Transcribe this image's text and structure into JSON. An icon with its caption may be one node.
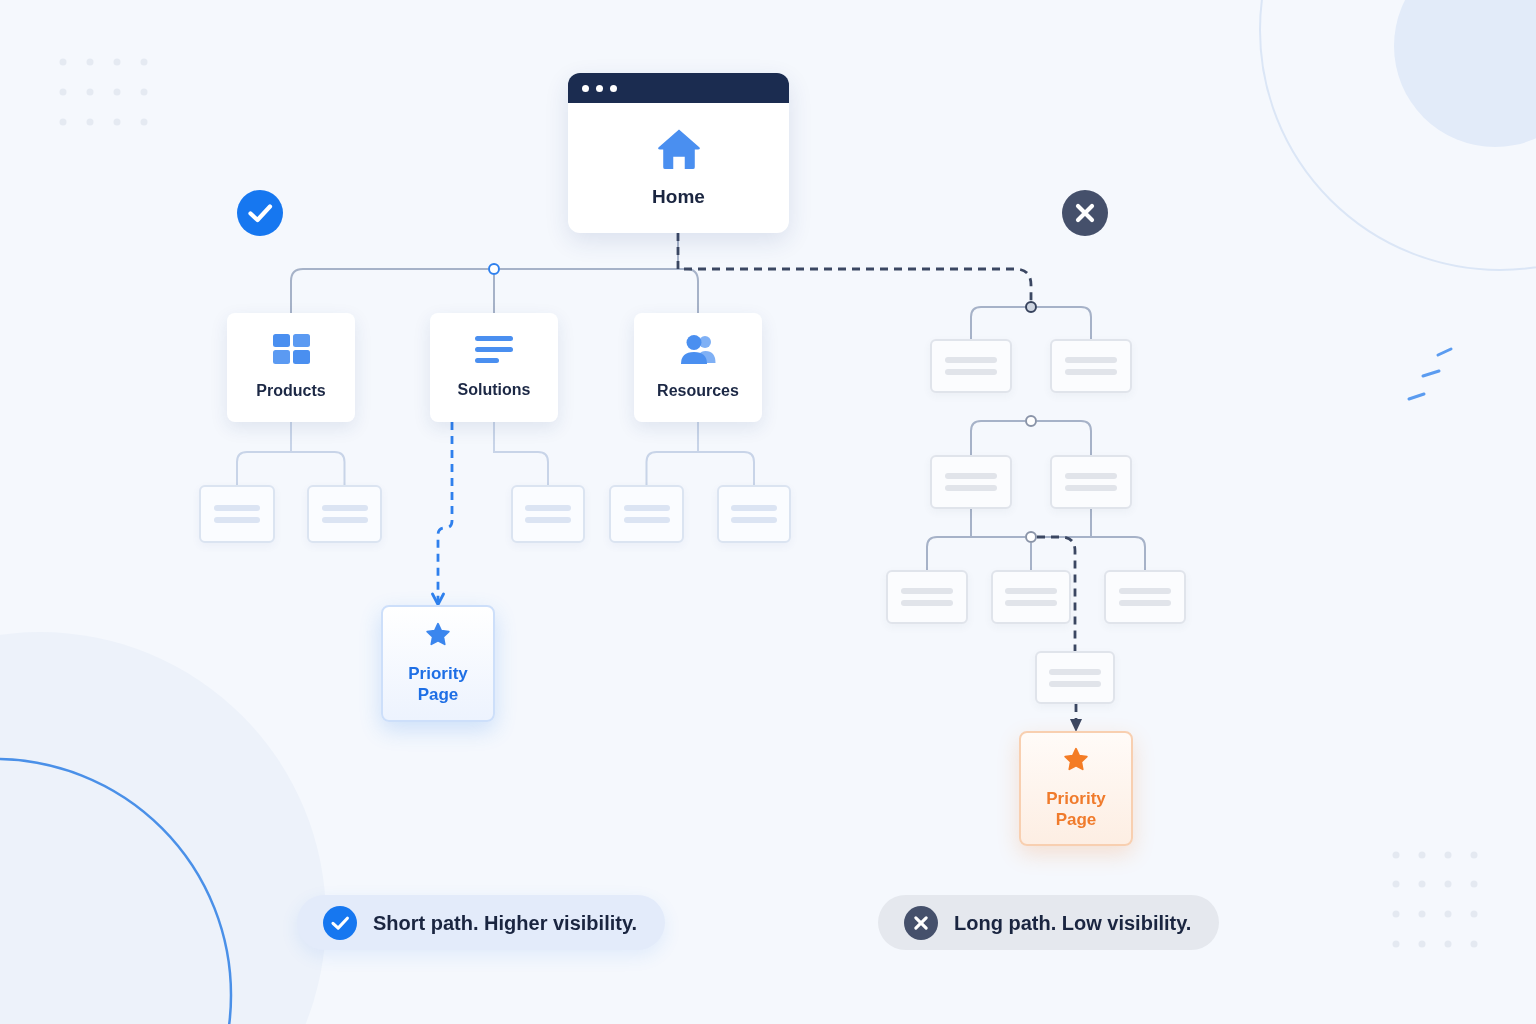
{
  "diagram": {
    "nodes": [
      {
        "text": [
          "Home"
        ]
      },
      {
        "text": [],
        "shape": "circle"
      },
      {
        "text": [
          "Products"
        ]
      },
      {
        "text": [
          "Solutions"
        ]
      },
      {
        "text": [
          "Resources"
        ]
      },
      {
        "text": [],
        "shape": "box"
      },
      {
        "text": [],
        "shape": "box"
      },
      {
        "text": [],
        "shape": "box"
      },
      {
        "text": [],
        "shape": "box"
      },
      {
        "text": [],
        "shape": "box"
      },
      {
        "text": [
          "Priority Page"
        ]
      },
      {
        "text": [],
        "shape": "circle"
      },
      {
        "text": [],
        "shape": "box"
      },
      {
        "text": [],
        "shape": "box"
      },
      {
        "text": [],
        "shape": "circle"
      },
      {
        "text": [],
        "shape": "box"
      },
      {
        "text": [],
        "shape": "box"
      },
      {
        "text": [],
        "shape": "circle"
      },
      {
        "text": [],
        "shape": "box"
      },
      {
        "text": [],
        "shape": "box"
      },
      {
        "text": [],
        "shape": "box"
      },
      {
        "text": [],
        "shape": "box"
      },
      {
        "text": [
          "Priority Page"
        ]
      },
      {
        "text": [
          "Short path. Higher visibility."
        ]
      },
      {
        "text": [
          "Long path. Low visibility."
        ]
      }
    ],
    "edges": [
      {
        "from": 0,
        "to": 1,
        "arrow": "none"
      },
      {
        "from": 1,
        "to": 2,
        "arrow": "none"
      },
      {
        "from": 1,
        "to": 3,
        "arrow": "none"
      },
      {
        "from": 1,
        "to": 4,
        "arrow": "none"
      },
      {
        "from": 2,
        "to": 5,
        "arrow": "none",
        "color": "#c8d4e8"
      },
      {
        "from": 2,
        "to": 6,
        "arrow": "none",
        "color": "#c8d4e8"
      },
      {
        "from": 3,
        "to": 10,
        "arrow": "to",
        "style": "dashed",
        "color": "#2f80ed"
      },
      {
        "from": 3,
        "to": 7,
        "arrow": "none",
        "color": "#c8d4e8"
      },
      {
        "from": 4,
        "to": 8,
        "arrow": "none",
        "color": "#c8d4e8"
      },
      {
        "from": 4,
        "to": 9,
        "arrow": "none",
        "color": "#c8d4e8"
      },
      {
        "from": 0,
        "to": 11,
        "arrow": "none",
        "style": "dashed",
        "color": "#3b4762"
      },
      {
        "from": 11,
        "to": 12,
        "arrow": "none"
      },
      {
        "from": 11,
        "to": 13,
        "arrow": "none"
      },
      {
        "from": 14,
        "to": 15,
        "arrow": "none"
      },
      {
        "from": 14,
        "to": 16,
        "arrow": "none"
      },
      {
        "from": 15,
        "to": 17,
        "arrow": "none"
      },
      {
        "from": 16,
        "to": 17,
        "arrow": "none"
      },
      {
        "from": 17,
        "to": 18,
        "arrow": "none"
      },
      {
        "from": 17,
        "to": 19,
        "arrow": "none"
      },
      {
        "from": 17,
        "to": 20,
        "arrow": "none"
      },
      {
        "from": 17,
        "to": 21,
        "arrow": "none",
        "style": "dashed",
        "color": "#3b4762"
      },
      {
        "from": 21,
        "to": 22,
        "arrow": "to",
        "style": "dashed",
        "color": "#3b4762"
      }
    ]
  }
}
